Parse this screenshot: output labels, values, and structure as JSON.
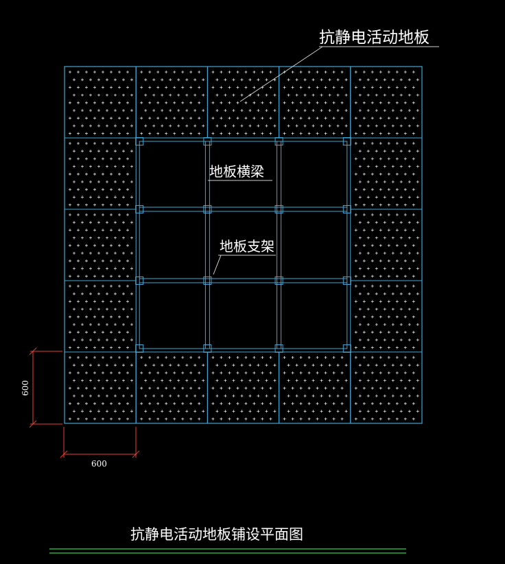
{
  "labels": {
    "floor_panel": "抗静电活动地板",
    "beam": "地板横梁",
    "support": "地板支架"
  },
  "dimensions": {
    "horizontal": "600",
    "vertical": "600"
  },
  "drawing_title": "抗静电活动地板铺设平面图",
  "grid": {
    "columns": 5,
    "rows": 5,
    "open_cells": [
      [
        1,
        1
      ],
      [
        2,
        1
      ],
      [
        3,
        1
      ],
      [
        1,
        2
      ],
      [
        2,
        2
      ],
      [
        3,
        2
      ],
      [
        1,
        3
      ],
      [
        2,
        3
      ],
      [
        3,
        3
      ]
    ]
  },
  "colors": {
    "background": "#000000",
    "grid_line": "#3fa7d6",
    "dot": "#e8e8e8",
    "dimension": "#e8402e",
    "leader": "#d0d0d0",
    "underline": "#2fcf3f",
    "text": "#ffffff"
  }
}
